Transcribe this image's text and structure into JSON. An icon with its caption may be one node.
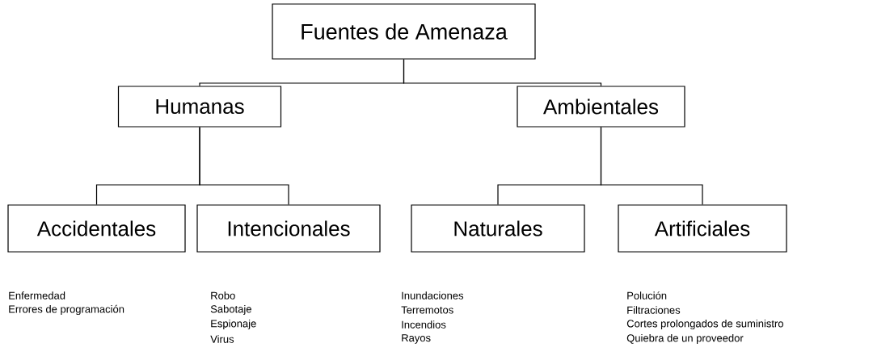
{
  "diagram": {
    "nodes": [
      {
        "text": [
          "Fuentes de Amenaza"
        ]
      },
      {
        "text": [
          "Humanas"
        ]
      },
      {
        "text": [
          "Ambientales"
        ]
      },
      {
        "text": [
          "Accidentales"
        ],
        "beside": [
          "Enfermedad",
          "Errores de programación"
        ]
      },
      {
        "text": [
          "Intencionales"
        ],
        "beside": [
          "Robo",
          "Sabotaje",
          "Espionaje",
          "Virus"
        ]
      },
      {
        "text": [
          "Naturales"
        ],
        "beside": [
          "Inundaciones",
          "Terremotos",
          "Incendios",
          "Rayos"
        ]
      },
      {
        "text": [
          "Artificiales"
        ],
        "beside": [
          "Polución",
          "Filtraciones",
          "Cortes prolongados de suministro",
          "Quiebra de un proveedor"
        ]
      }
    ],
    "edges": [
      {
        "from": 0,
        "to": 1,
        "arrow": "none"
      },
      {
        "from": 0,
        "to": 2,
        "arrow": "none"
      },
      {
        "from": 1,
        "to": 3,
        "arrow": "none"
      },
      {
        "from": 1,
        "to": 4,
        "arrow": "none"
      },
      {
        "from": 2,
        "to": 5,
        "arrow": "none"
      },
      {
        "from": 2,
        "to": 6,
        "arrow": "none"
      }
    ]
  }
}
